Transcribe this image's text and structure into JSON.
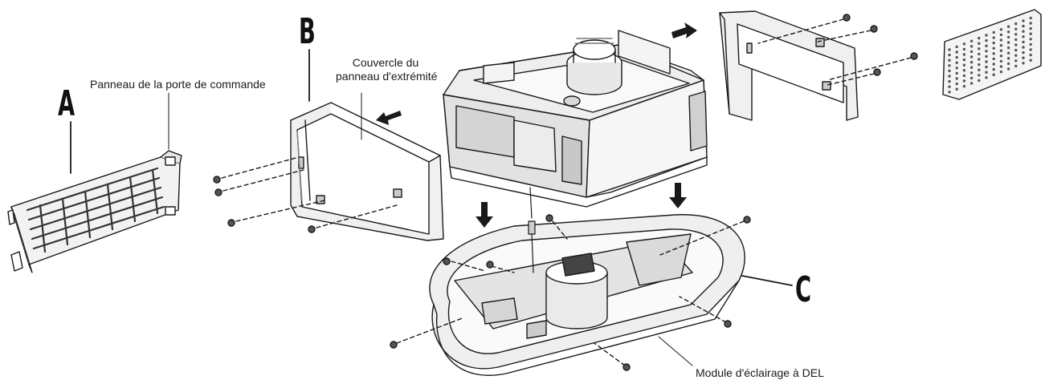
{
  "letters": {
    "a": "A",
    "b": "B",
    "c": "C"
  },
  "labels": {
    "control_door_panel": "Panneau de la porte de commande",
    "end_panel_cover_line1": "Couvercle du",
    "end_panel_cover_line2": "panneau d'extrémité",
    "led_module": "Module d'éclairage à DEL"
  },
  "colors": {
    "line": "#1a1a1a",
    "fill": "#f2f2f2",
    "shade": "#bdbdbd",
    "arrow": "#1a1a1a"
  }
}
